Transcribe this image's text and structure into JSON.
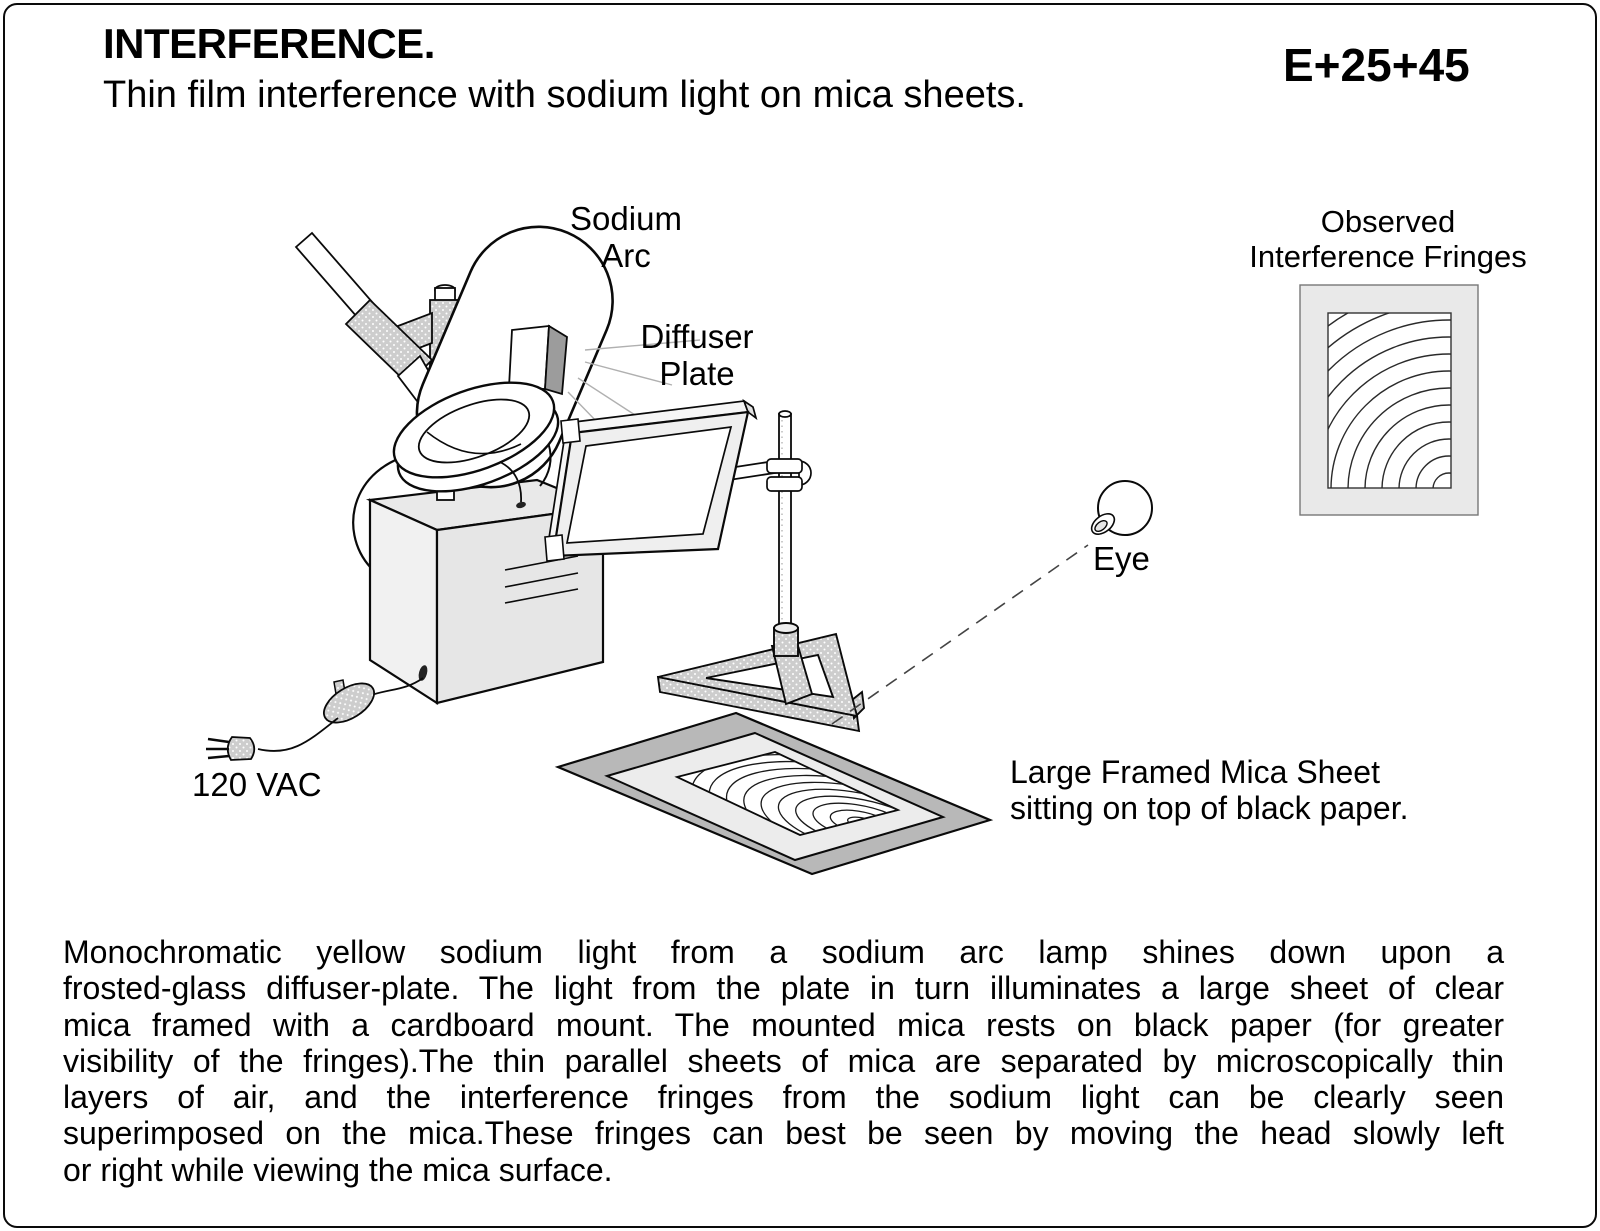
{
  "page": {
    "title": "INTERFERENCE.",
    "subtitle": "Thin film interference with sodium light on mica sheets.",
    "code": "E+25+45"
  },
  "labels": {
    "sodium_arc_line1": "Sodium",
    "sodium_arc_line2": "Arc",
    "diffuser_line1": "Diffuser",
    "diffuser_line2": "Plate",
    "observed_line1": "Observed",
    "observed_line2": "Interference Fringes",
    "eye": "Eye",
    "voltage": "120 VAC",
    "mica_line1": "Large Framed Mica Sheet",
    "mica_line2": "sitting on top of black paper."
  },
  "paragraph": {
    "lines": [
      "Monochromatic yellow sodium light from a sodium arc lamp shines down upon a",
      "frosted-glass diffuser-plate. The light from the plate in turn illuminates a large sheet of clear",
      "mica framed with a cardboard mount. The mounted mica rests on black paper (for greater",
      "visibility of the fringes).The thin parallel sheets of mica are separated by microscopically thin",
      "layers of air, and the interference fringes from the sodium light can be clearly seen",
      "superimposed on the mica.These fringes can best be seen by moving the head slowly left",
      "or right while viewing the mica surface."
    ]
  },
  "colors": {
    "outline": "#0a0a0a",
    "light_gray": "#ededed",
    "stipple_gray": "#cdcdcd",
    "black_paper_gray": "#b8b8b8",
    "fringe_box_bg": "#e9e9e9"
  }
}
